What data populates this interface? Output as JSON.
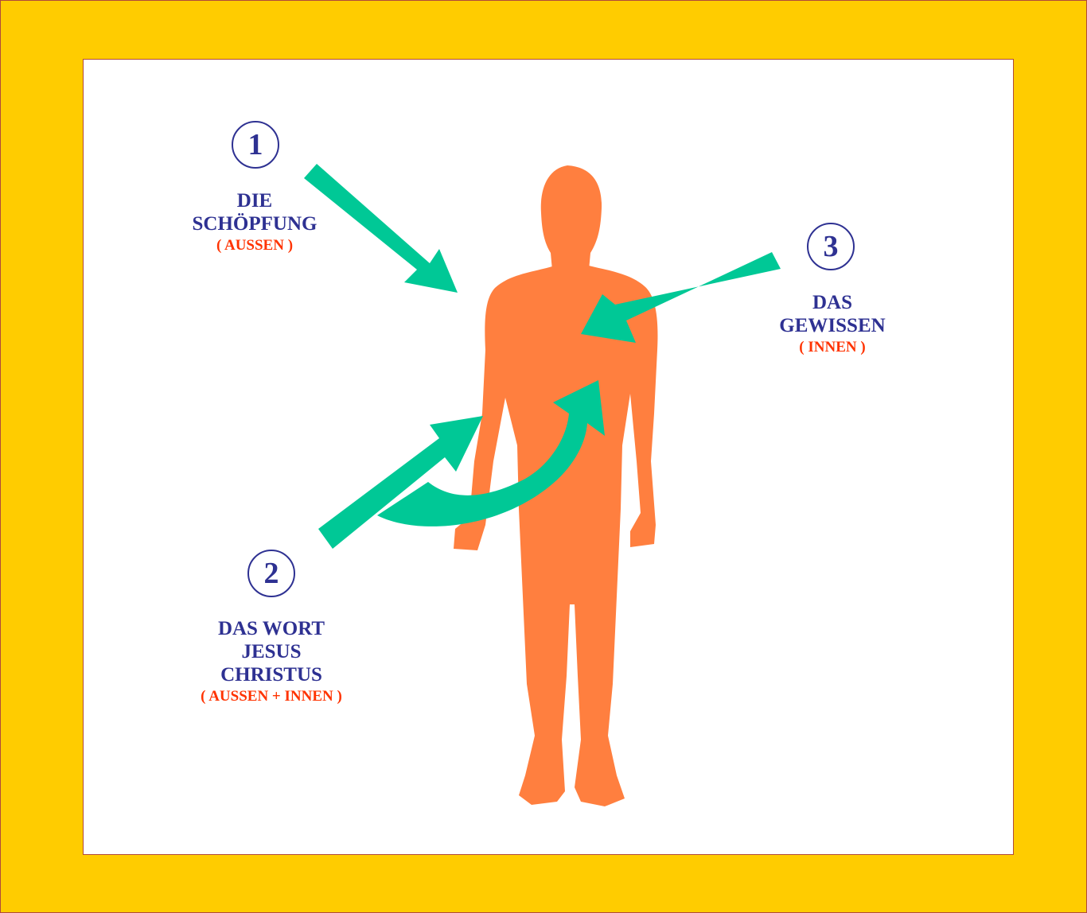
{
  "colors": {
    "frame": "#ffcc00",
    "panel": "#ffffff",
    "figure": "#ff7f3f",
    "arrow": "#00c896",
    "title_text": "#2e3192",
    "subtitle_text": "#ff3300"
  },
  "items": [
    {
      "number": "1",
      "title_lines": [
        "DIE",
        "SCHÖPFUNG"
      ],
      "subtitle": "( AUSSEN )"
    },
    {
      "number": "2",
      "title_lines": [
        "DAS WORT",
        "JESUS",
        "CHRISTUS"
      ],
      "subtitle": "( AUSSEN + INNEN )"
    },
    {
      "number": "3",
      "title_lines": [
        "DAS",
        "GEWISSEN"
      ],
      "subtitle": "( INNEN )"
    }
  ]
}
